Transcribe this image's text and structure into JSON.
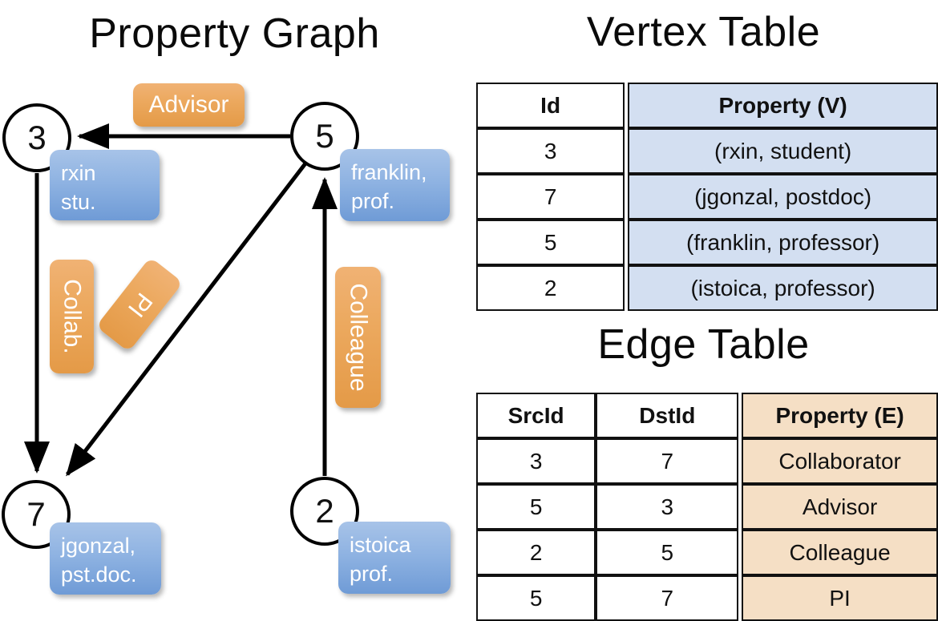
{
  "titles": {
    "property_graph": "Property Graph",
    "vertex_table": "Vertex Table",
    "edge_table": "Edge Table"
  },
  "graph": {
    "nodes": [
      {
        "id": "3",
        "property_label": "rxin\nstu."
      },
      {
        "id": "5",
        "property_label": "franklin,\nprof."
      },
      {
        "id": "7",
        "property_label": "jgonzal,\npst.doc."
      },
      {
        "id": "2",
        "property_label": "istoica\nprof."
      }
    ],
    "node_labels": {
      "n3": "3",
      "n5": "5",
      "n7": "7",
      "n2": "2"
    },
    "vertex_boxes": {
      "rxin_line1": "rxin",
      "rxin_line2": "stu.",
      "franklin_line1": "franklin,",
      "franklin_line2": "prof.",
      "jgonzal_line1": "jgonzal,",
      "jgonzal_line2": "pst.doc.",
      "istoica_line1": "istoica",
      "istoica_line2": "prof."
    },
    "edge_labels": {
      "advisor": "Advisor",
      "collab": "Collab.",
      "pi": "PI",
      "colleague": "Colleague"
    },
    "edges": [
      {
        "from": "5",
        "to": "3",
        "label": "Advisor"
      },
      {
        "from": "3",
        "to": "7",
        "label": "Collab."
      },
      {
        "from": "5",
        "to": "7",
        "label": "PI"
      },
      {
        "from": "2",
        "to": "5",
        "label": "Colleague"
      }
    ]
  },
  "vertex_table": {
    "headers": [
      "Id",
      "Property (V)"
    ],
    "rows": [
      {
        "id": "3",
        "property": "(rxin, student)"
      },
      {
        "id": "7",
        "property": "(jgonzal, postdoc)"
      },
      {
        "id": "5",
        "property": "(franklin, professor)"
      },
      {
        "id": "2",
        "property": "(istoica, professor)"
      }
    ]
  },
  "edge_table": {
    "headers": [
      "SrcId",
      "DstId",
      "Property (E)"
    ],
    "rows": [
      {
        "src": "3",
        "dst": "7",
        "property": "Collaborator"
      },
      {
        "src": "5",
        "dst": "3",
        "property": "Advisor"
      },
      {
        "src": "2",
        "dst": "5",
        "property": "Colleague"
      },
      {
        "src": "5",
        "dst": "7",
        "property": "PI"
      }
    ]
  },
  "colors": {
    "vertex_property_fill": "#d3dff1",
    "edge_property_fill": "#f5dfc5",
    "node_box_blue": "#8fb3e2",
    "label_box_orange": "#eca95f",
    "stroke": "#111111"
  }
}
